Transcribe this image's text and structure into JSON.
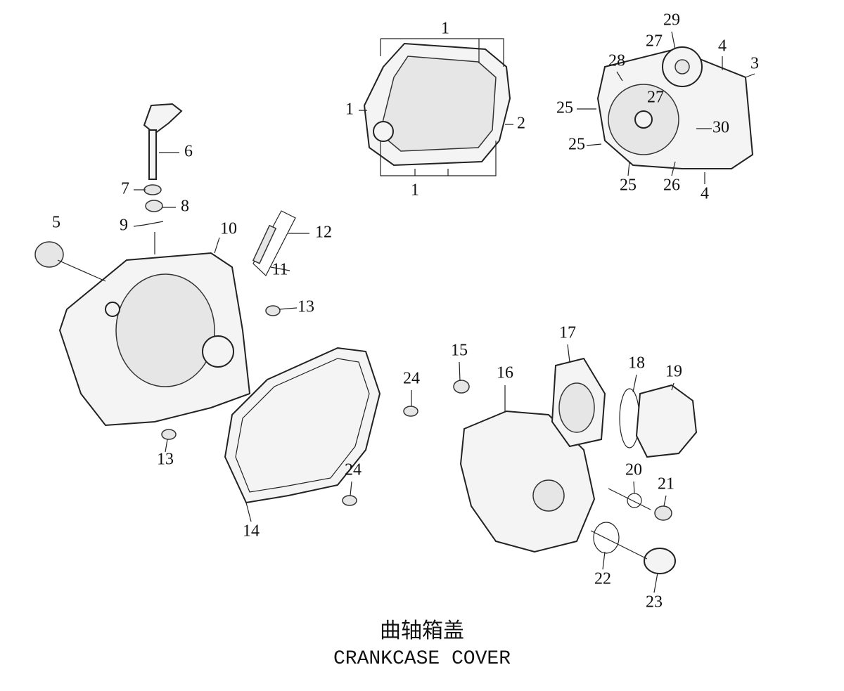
{
  "diagram": {
    "title_cn": "曲轴箱盖",
    "title_en": "CRANKCASE COVER",
    "callouts": [
      "1",
      "1",
      "2",
      "1",
      "29",
      "27",
      "4",
      "3",
      "28",
      "27",
      "25",
      "30",
      "25",
      "25",
      "26",
      "4",
      "6",
      "7",
      "8",
      "9",
      "5",
      "10",
      "12",
      "11",
      "13",
      "13",
      "14",
      "24",
      "24",
      "15",
      "16",
      "17",
      "18",
      "19",
      "20",
      "21",
      "22",
      "23"
    ]
  }
}
